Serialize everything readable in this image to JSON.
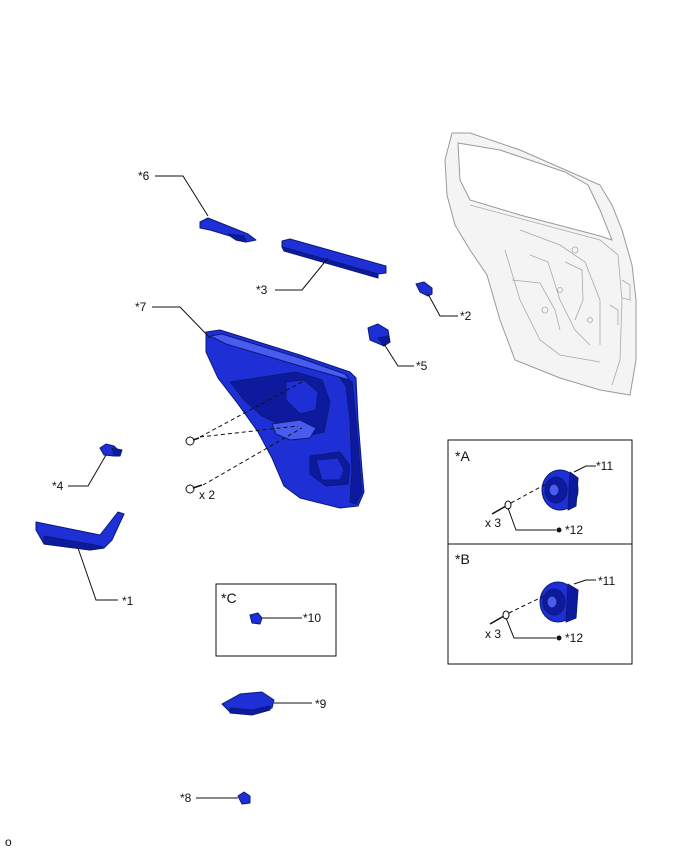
{
  "colors": {
    "part_fill": "#1f2fd6",
    "part_shade": "#0e1a9e",
    "part_light": "#4a5cf0",
    "door_gray": "#f4f4f4"
  },
  "callouts": {
    "c1": "*1",
    "c2": "*2",
    "c3": "*3",
    "c4": "*4",
    "c5": "*5",
    "c6": "*6",
    "c7": "*7",
    "c8": "*8",
    "c9": "*9",
    "c10": "*10",
    "a11": "*11",
    "a12": "*12",
    "b11": "*11",
    "b12": "*12"
  },
  "quantities": {
    "screws_panel": "x 2",
    "screws_a": "x 3",
    "screws_b": "x 3"
  },
  "boxes": {
    "a": "*A",
    "b": "*B",
    "c": "*C"
  },
  "footer": {
    "code": "o"
  }
}
